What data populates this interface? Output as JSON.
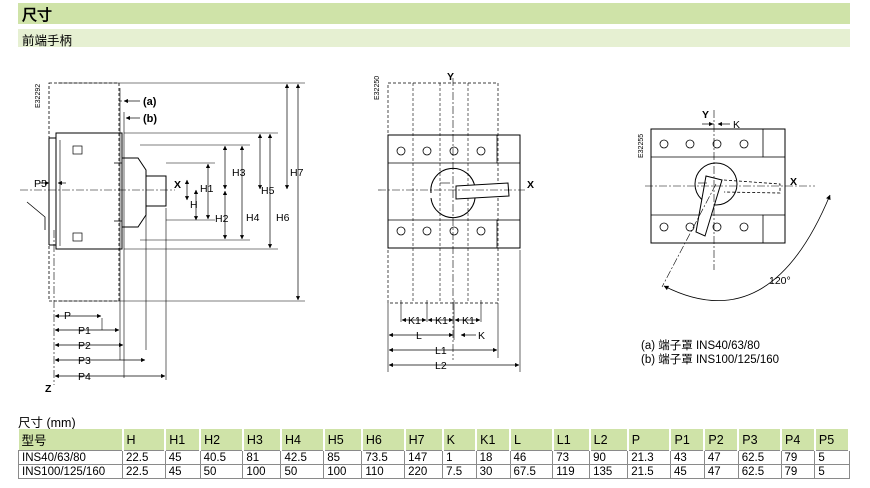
{
  "header": {
    "title": "尺寸",
    "subtitle": "前端手柄"
  },
  "figures": {
    "side_view": {
      "ref": "E32292",
      "callouts": [
        "(a)",
        "(b)"
      ],
      "dims": [
        "P5",
        "X",
        "H1",
        "H",
        "H2",
        "H3",
        "H4",
        "H5",
        "H6",
        "H7",
        "Z",
        "P",
        "P1",
        "P2",
        "P3",
        "P4"
      ]
    },
    "front_view": {
      "ref": "E32250",
      "axes": [
        "Y",
        "X"
      ],
      "dims": [
        "K1",
        "K1",
        "K1",
        "K",
        "L",
        "L1",
        "L2"
      ]
    },
    "rotation_view": {
      "ref": "E32255",
      "axes": [
        "Y",
        "X"
      ],
      "dims": [
        "K"
      ],
      "angle": "120°"
    }
  },
  "legend": {
    "a": "(a) 端子罩 INS40/63/80",
    "b": "(b) 端子罩 INS100/125/160"
  },
  "table": {
    "title": "尺寸 (mm)",
    "headers": [
      "型号",
      "H",
      "H1",
      "H2",
      "H3",
      "H4",
      "H5",
      "H6",
      "H7",
      "K",
      "K1",
      "L",
      "L1",
      "L2",
      "P",
      "P1",
      "P2",
      "P3",
      "P4",
      "P5"
    ],
    "rows": [
      [
        "INS40/63/80",
        "22.5",
        "45",
        "40.5",
        "81",
        "42.5",
        "85",
        "73.5",
        "147",
        "1",
        "18",
        "46",
        "73",
        "90",
        "21.3",
        "43",
        "47",
        "62.5",
        "79",
        "5"
      ],
      [
        "INS100/125/160",
        "22.5",
        "45",
        "50",
        "100",
        "50",
        "100",
        "110",
        "220",
        "7.5",
        "30",
        "67.5",
        "119",
        "135",
        "21.5",
        "45",
        "47",
        "62.5",
        "79",
        "5"
      ]
    ]
  },
  "colors": {
    "title_bar": "#cfe3a8",
    "subtitle_bar": "#e6f0d2"
  }
}
